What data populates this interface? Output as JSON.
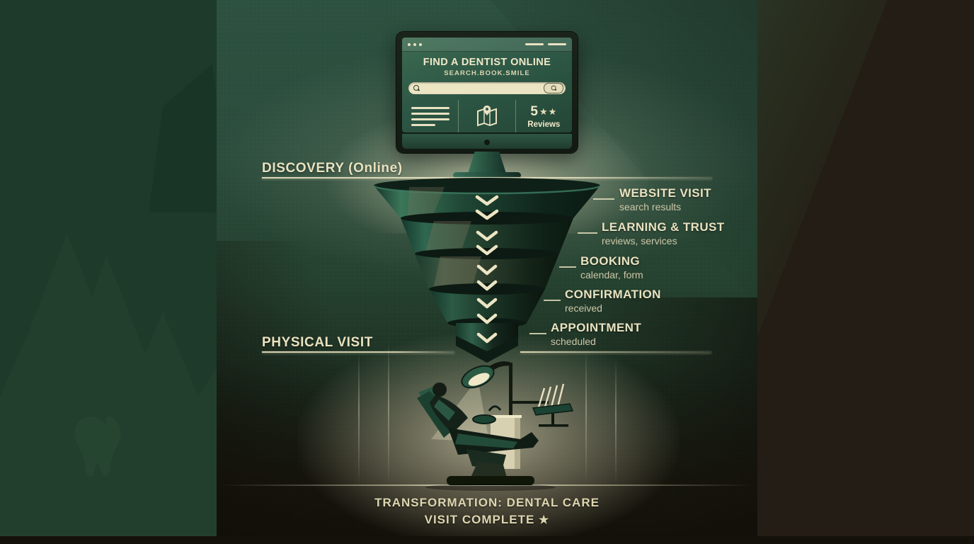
{
  "monitor": {
    "title": "FIND A DENTIST ONLINE",
    "subtitle": "SEARCH.BOOK.SMILE",
    "search_value": "",
    "rating_number": "5",
    "rating_stars": "★★",
    "rating_label": "Reviews"
  },
  "stages": {
    "discovery_label": "DISCOVERY (Online)",
    "physical_label": "PHYSICAL VISIT",
    "funnel_steps": [
      {
        "title": "WEBSITE VISIT",
        "subtitle": "search results"
      },
      {
        "title": "LEARNING & TRUST",
        "subtitle": "reviews, services"
      },
      {
        "title": "BOOKING",
        "subtitle": "calendar, form"
      },
      {
        "title": "CONFIRMATION",
        "subtitle": "received"
      },
      {
        "title": "APPOINTMENT",
        "subtitle": "scheduled"
      }
    ]
  },
  "footer": {
    "line1": "TRANSFORMATION: DENTAL CARE",
    "line2": "VISIT COMPLETE",
    "star": "★"
  },
  "icons": {
    "browser_dots": "window-dots-icon",
    "search": "magnifier-icon",
    "results_list": "list-lines-icon",
    "map": "map-pin-icon",
    "stars": "star-icons",
    "chevrons": "down-chevron-icons"
  },
  "colors": {
    "cream": "#ece5c3",
    "cream_dim": "#cdc7a8",
    "left_band_green": "#1d3a2a",
    "panel_green": "#2b4c3c",
    "right_band_brown": "#241d15",
    "funnel_teal": "#2e6b52",
    "funnel_dark": "#12281d",
    "screen_green": "#2e5846"
  }
}
